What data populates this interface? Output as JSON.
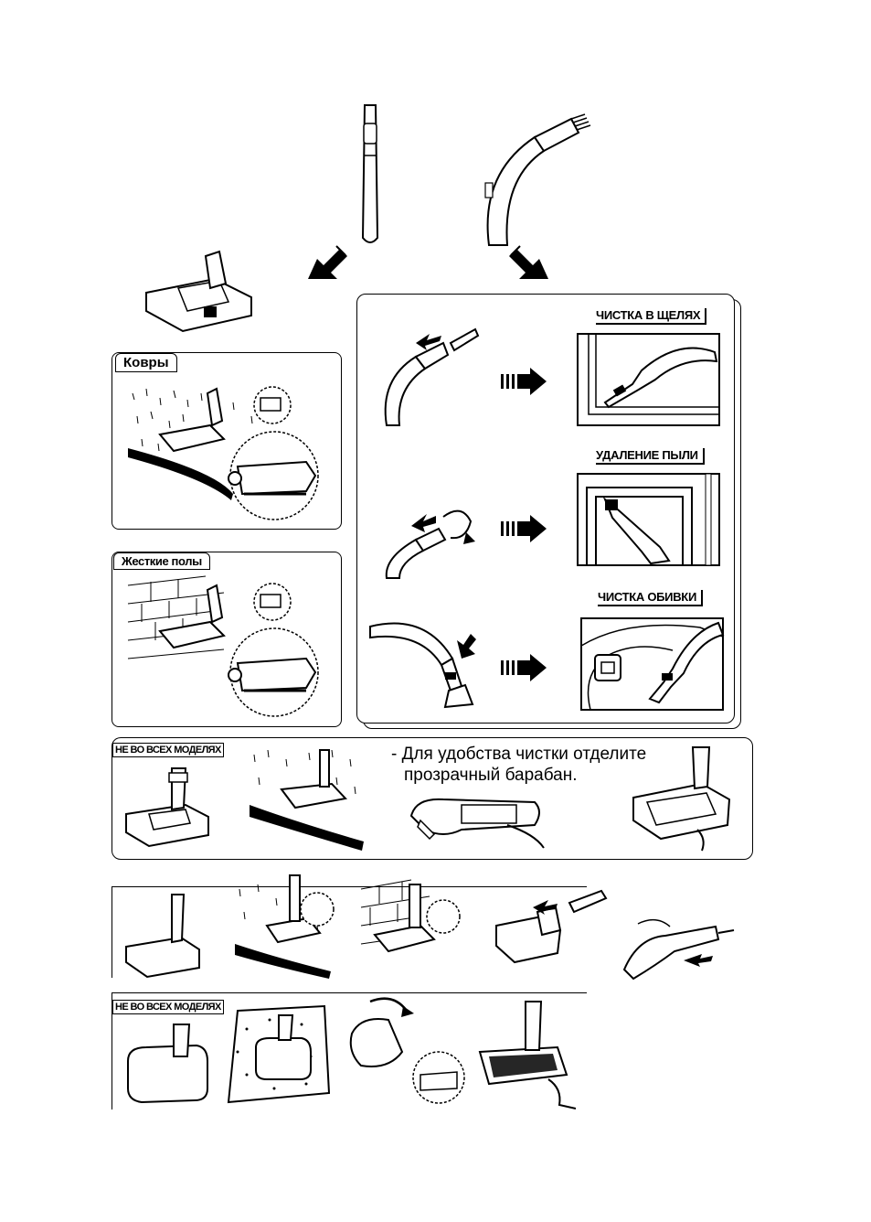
{
  "panels": {
    "carpet": {
      "label": "Ковры"
    },
    "hard_floor": {
      "label": "Жесткие полы"
    }
  },
  "hose_tools": {
    "crevice": {
      "label": "ЧИСТКА В ЩЕЛЯХ"
    },
    "dusting": {
      "label": "УДАЛЕНИЕ ПЫЛИ"
    },
    "upholstery": {
      "label": "ЧИСТКА ОБИВКИ"
    }
  },
  "turbo_section": {
    "tag": "НЕ ВО ВСЕХ МОДЕЛЯХ",
    "note_line1": "- Для удобства чистки отделите",
    "note_line2": "прозрачный барабан."
  },
  "bottom_section": {
    "tag": "НЕ ВО ВСЕХ МОДЕЛЯХ"
  }
}
